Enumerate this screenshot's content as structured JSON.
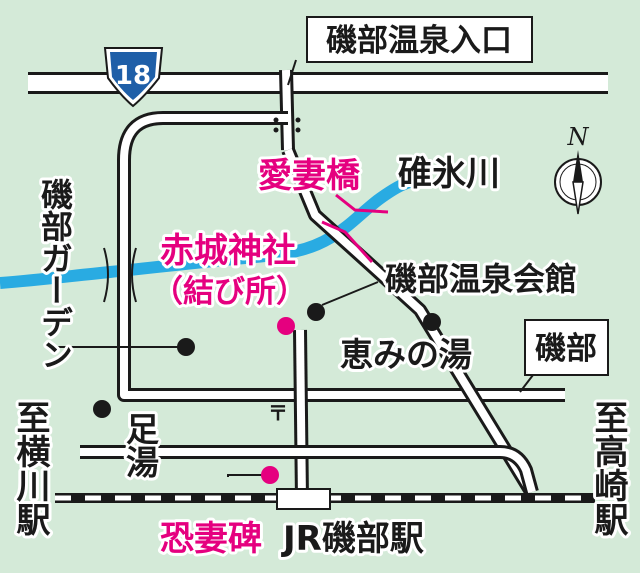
{
  "map": {
    "colors": {
      "background": "#d4ead8",
      "river": "#29abe2",
      "accent": "#e5007f",
      "route_shield": "#1f5fa8",
      "road": "#ffffff",
      "outline": "#1a1a1a"
    },
    "route_number": "18",
    "labels": {
      "entrance": "磯部温泉入口",
      "aizuma_bridge": "愛妻橋",
      "usui_river": "碓氷川",
      "isobe_garden": "磯部ガーデン",
      "akagi_shrine": "赤城神社",
      "musubi_place": "（結び所）",
      "community_hall": "磯部温泉会館",
      "megumi_bath": "恵みの湯",
      "isobe": "磯部",
      "footbath": "足湯",
      "to_yokokawa": "至横川駅",
      "to_takasaki": "至高崎駅",
      "jr_station": "JR磯部駅",
      "monument": "恐妻碑",
      "post_office_symbol": "〒",
      "north": "N"
    }
  }
}
